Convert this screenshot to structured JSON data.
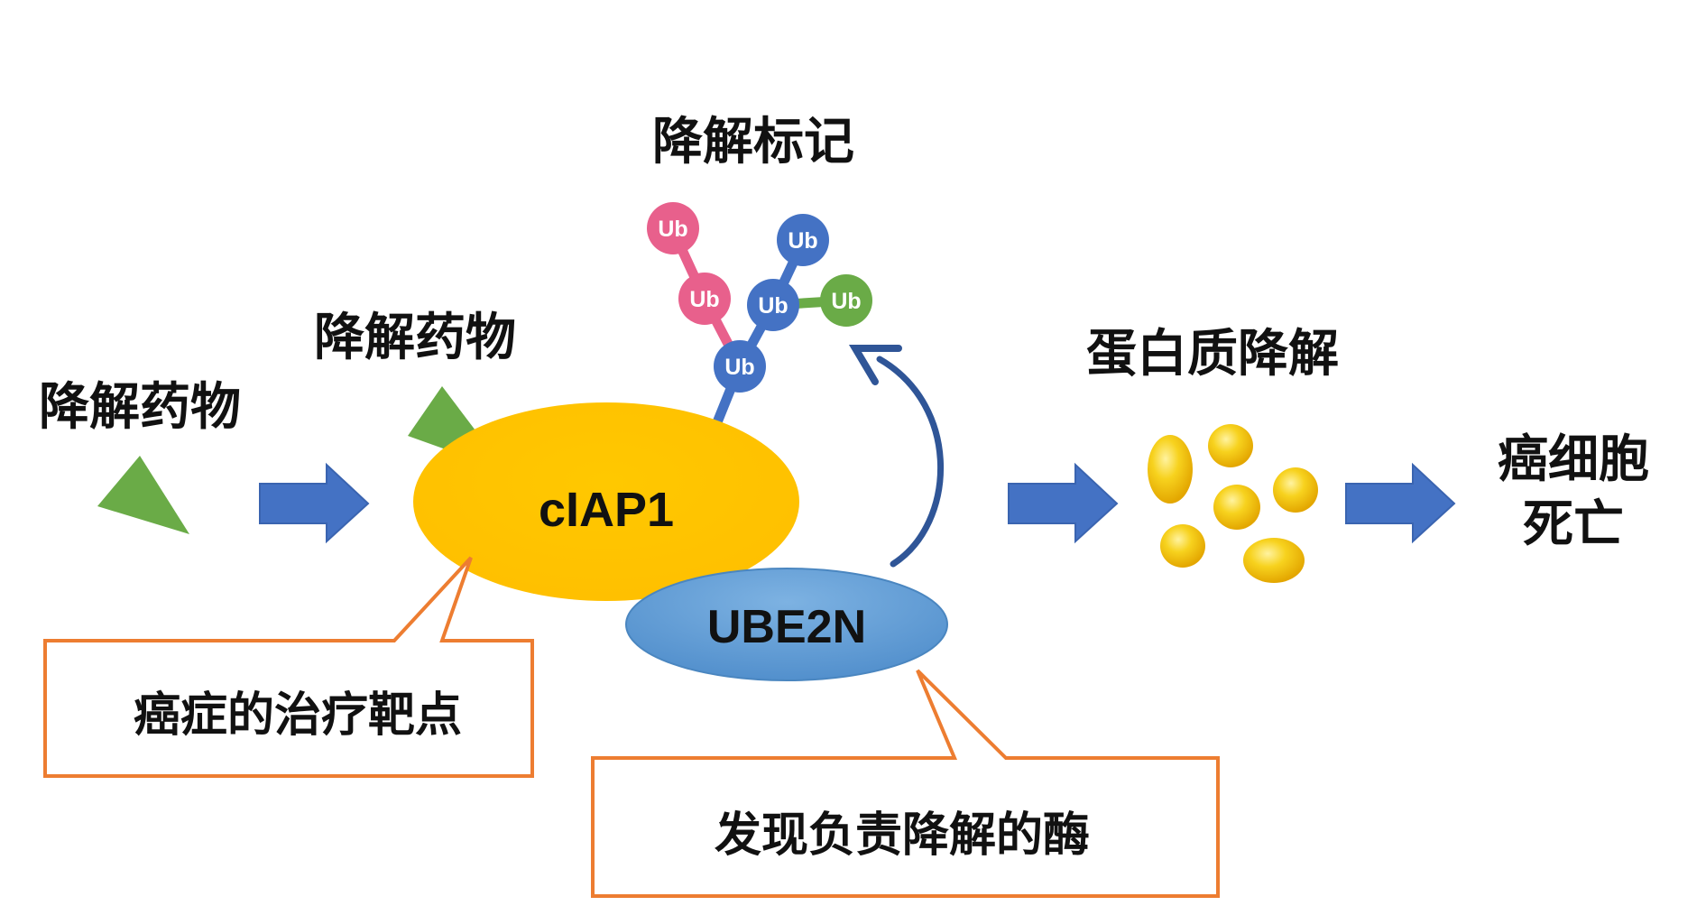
{
  "labels": {
    "degradation_mark": "降解标记",
    "drug_left": "降解药物",
    "drug_top": "降解药物",
    "protein_degradation": "蛋白质降解",
    "cell_death_line1": "癌细胞",
    "cell_death_line2": "死亡",
    "ciap1": "cIAP1",
    "ube2n": "UBE2N",
    "ub": "Ub"
  },
  "callouts": {
    "target": "癌症的治疗靶点",
    "enzyme": "发现负责降解的酶"
  },
  "colors": {
    "ciap1": "#FFC000",
    "ube2n": "#5B9BD5",
    "arrow": "#4472C4",
    "drug": "#6AAB47",
    "ub_pink": "#E8608C",
    "ub_blue": "#4472C4",
    "ub_green": "#6AAB47",
    "callout_border": "#ED7D31",
    "curve_arrow": "#2F5597"
  },
  "icons": {
    "drug": "green-triangle",
    "flow_arrow": "blue-block-arrow",
    "fragment": "yellow-ellipse"
  }
}
